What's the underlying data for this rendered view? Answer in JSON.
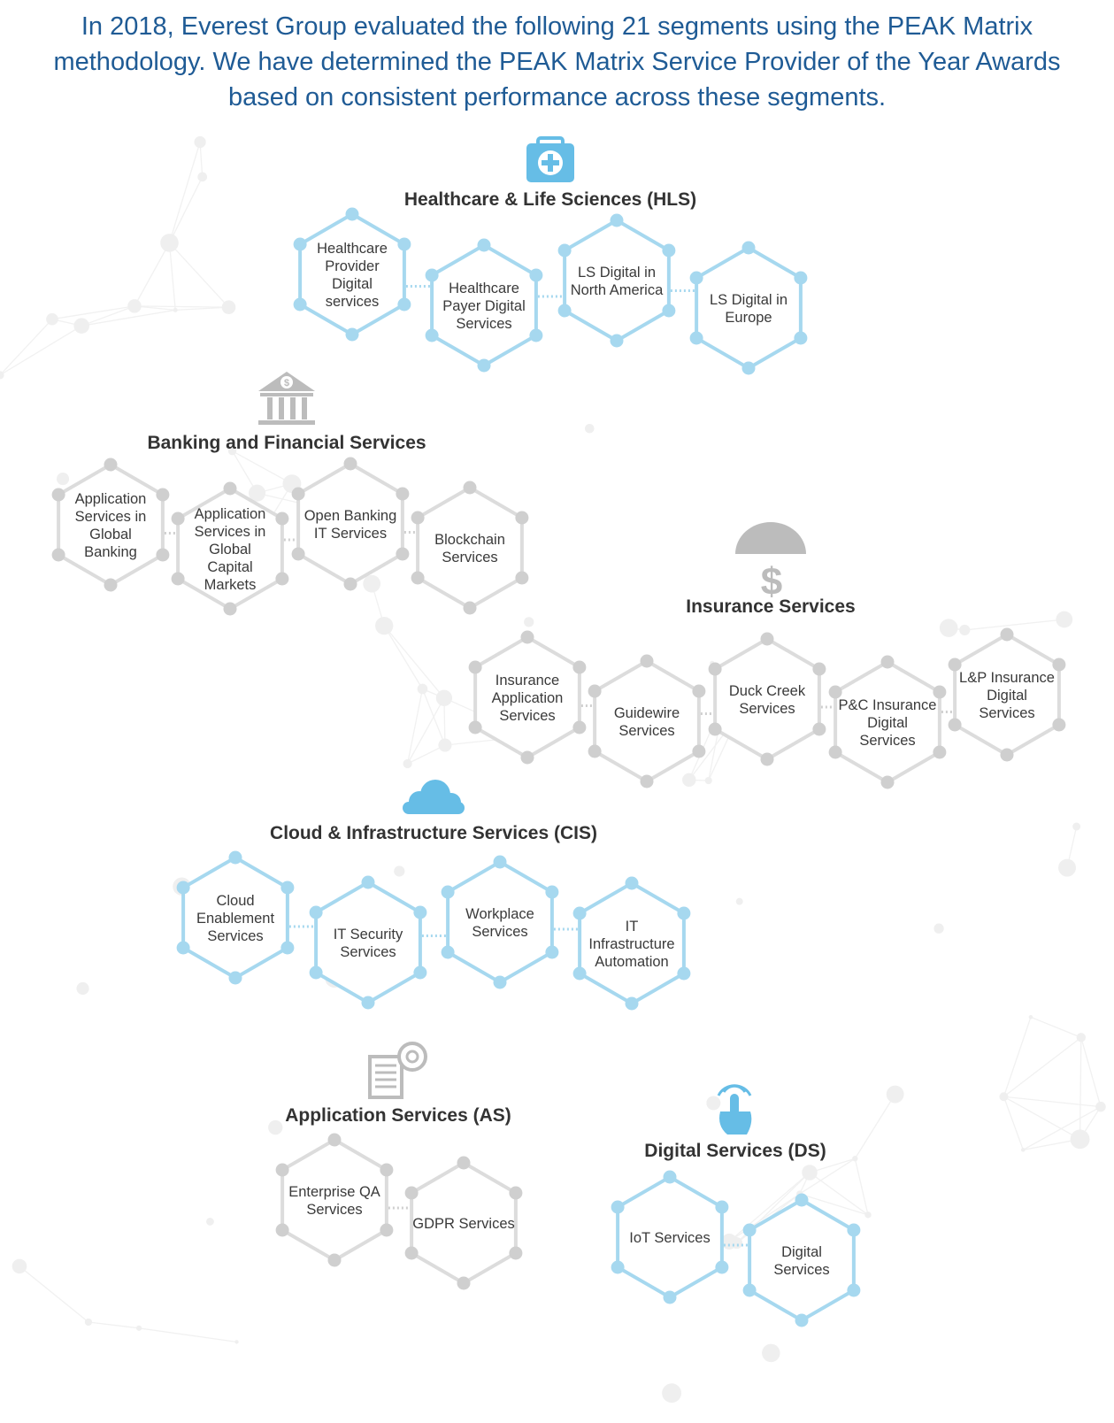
{
  "intro": "In 2018, Everest Group evaluated the following 21 segments using the PEAK Matrix methodology. We have determined the PEAK Matrix Service Provider of the Year Awards based on consistent performance across these segments.",
  "colors": {
    "intro_text": "#1f5b95",
    "blue": "#a6d8ef",
    "blue_dot": "#a6d8ef",
    "blue_icon": "#66bde6",
    "gray": "#dcdcdc",
    "gray_dot": "#cfcfcf",
    "gray_icon": "#bcbcbc",
    "heading": "#333333",
    "label": "#3a3a3a"
  },
  "groups": [
    {
      "id": "hls",
      "title": "Healthcare & Life Sciences (HLS)",
      "icon": "medical-kit-icon",
      "color": "blue",
      "segments": [
        "Healthcare Provider Digital services",
        "Healthcare Payer Digital Services",
        "LS Digital in North America",
        "LS Digital in Europe"
      ]
    },
    {
      "id": "bfs",
      "title": "Banking and Financial Services",
      "icon": "bank-icon",
      "color": "gray",
      "segments": [
        "Application Services in Global Banking",
        "Application Services in Global Capital Markets",
        "Open Banking IT Services",
        "Blockchain Services"
      ]
    },
    {
      "id": "ins",
      "title": "Insurance Services",
      "icon": "umbrella-dollar-icon",
      "color": "gray",
      "segments": [
        "Insurance Application Services",
        "Guidewire Services",
        "Duck Creek Services",
        "P&C Insurance Digital Services",
        "L&P Insurance Digital Services"
      ]
    },
    {
      "id": "cis",
      "title": "Cloud & Infrastructure Services (CIS)",
      "icon": "cloud-icon",
      "color": "blue",
      "segments": [
        "Cloud Enablement Services",
        "IT Security Services",
        "Workplace Services",
        "IT Infrastructure Automation"
      ]
    },
    {
      "id": "as",
      "title": "Application Services (AS)",
      "icon": "document-gear-icon",
      "color": "gray",
      "segments": [
        "Enterprise QA Services",
        "GDPR Services"
      ]
    },
    {
      "id": "ds",
      "title": "Digital Services (DS)",
      "icon": "touch-hand-icon",
      "color": "blue",
      "segments": [
        "IoT Services",
        "Digital Services"
      ]
    }
  ]
}
